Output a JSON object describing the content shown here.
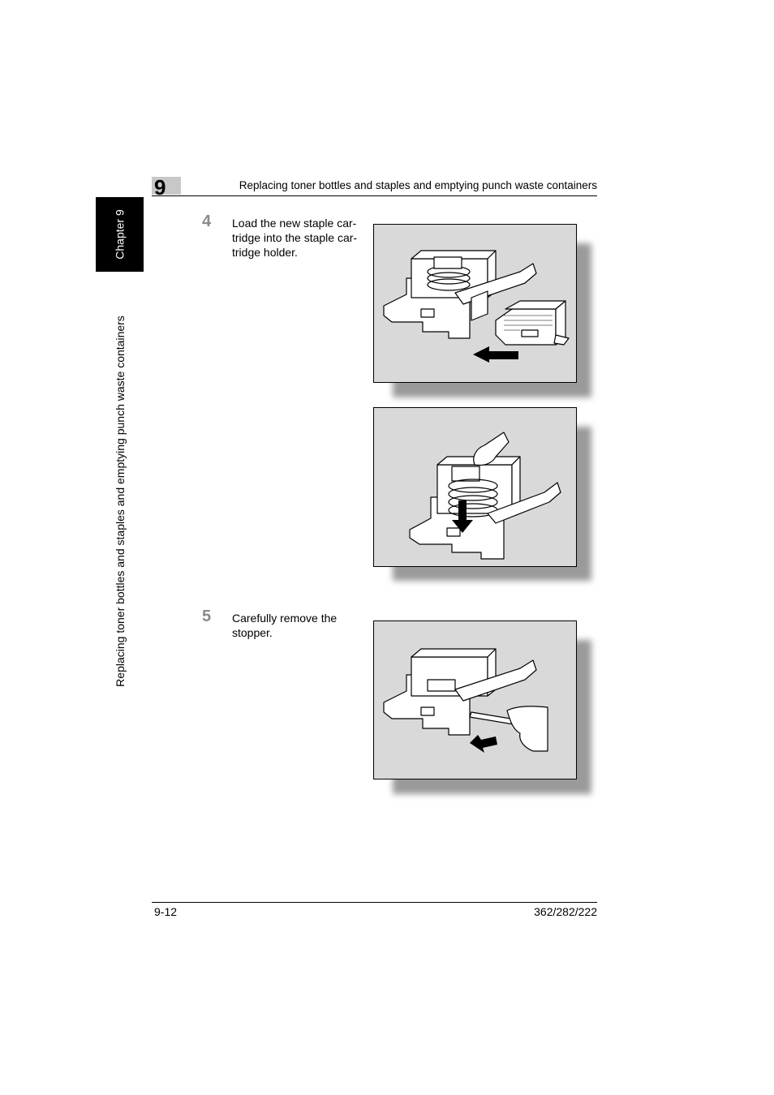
{
  "header": {
    "chapter_number": "9",
    "title": "Replacing toner bottles and staples and emptying punch waste containers"
  },
  "side": {
    "chapter_label": "Chapter 9",
    "section_label": "Replacing toner bottles and staples and emptying punch waste containers"
  },
  "steps": [
    {
      "number": "4",
      "text": "Load the new staple car-tridge into the staple car-tridge holder."
    },
    {
      "number": "5",
      "text": "Carefully remove the stopper."
    }
  ],
  "footer": {
    "page": "9-12",
    "model": "362/282/222"
  }
}
